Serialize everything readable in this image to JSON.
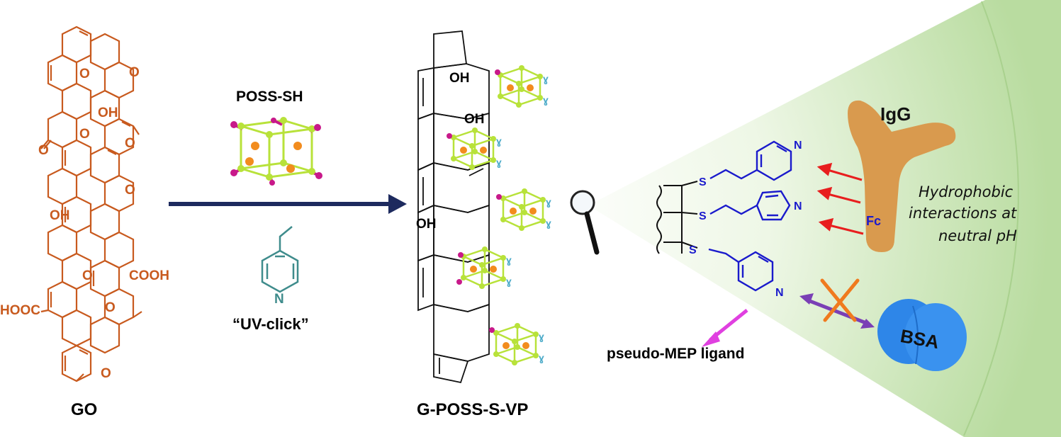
{
  "labels": {
    "go": "GO",
    "go_oxygen": "O",
    "go_hydroxyl": "OH",
    "go_carboxyl": "COOH",
    "go_carboxyl_left": "HOOC",
    "reagent_top": "POSS-SH",
    "reagent_nitrogen": "N",
    "reaction": "“UV-click”",
    "product": "G-POSS-S-VP",
    "product_hydroxyl": "OH",
    "sulfur": "S",
    "pyridine_nitrogen": "N",
    "igg": "IgG",
    "fc": "Fc",
    "hydrophobic_line1": "Hydrophobic",
    "hydrophobic_line2": "interactions at",
    "hydrophobic_line3": "neutral pH",
    "bsa": "BSA",
    "ligand": "pseudo-MEP ligand"
  },
  "colors": {
    "go": "#c85a1e",
    "arrow": "#1d2a5e",
    "vinylpyridine": "#3f8c8c",
    "poss_orange": "#f28c1e",
    "poss_green": "#b8e23a",
    "poss_magenta": "#c8198a",
    "ligand_blue": "#1a1acc",
    "igg": "#d99a4e",
    "bsa": "#2e86e8",
    "red_arrow": "#e81e1e",
    "purple_arrow": "#7a3fb5",
    "cross": "#f07a1e",
    "pink_arrow": "#e040e0",
    "wedge": "#b9dca0"
  },
  "icons": {
    "magnifier": "magnifier-icon"
  }
}
